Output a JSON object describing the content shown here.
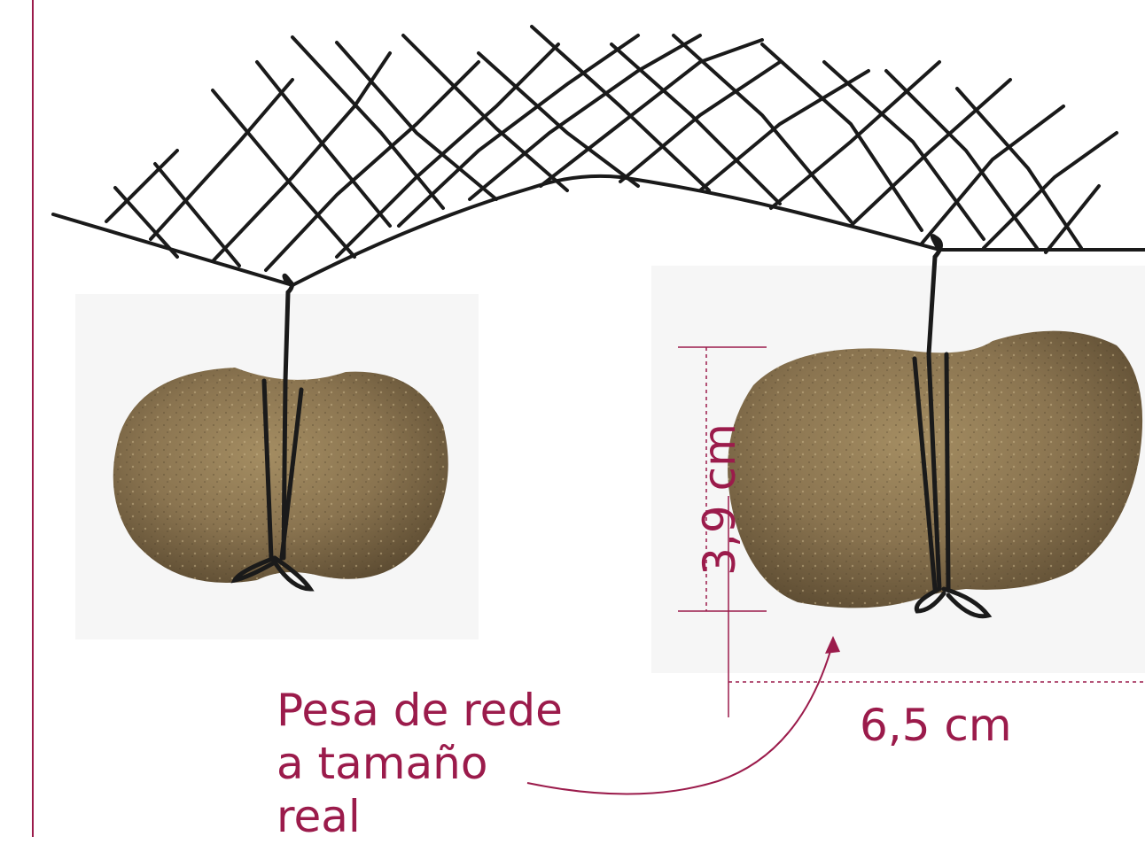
{
  "caption": {
    "line1": "Pesa de rede",
    "line2": "a tamaño",
    "line3": "real"
  },
  "measurements": {
    "height": "3,9 cm",
    "width": "6,5 cm"
  },
  "colors": {
    "accent": "#9b1b4b",
    "net": "#1a1a1a",
    "stone": "#8a7450"
  }
}
